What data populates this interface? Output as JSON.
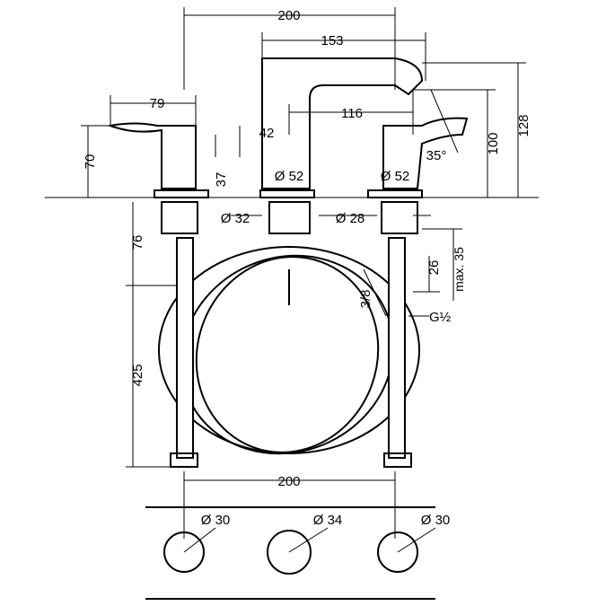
{
  "drawing": {
    "top_width": "200",
    "spout_reach": "153",
    "handle_length": "79",
    "spout_offset": "116",
    "spout_base_to_aerator": "42",
    "handle_height": "70",
    "drain_rod_height": "37",
    "spout_base_diameter": "Ø 52",
    "handle_base_diameter": "Ø 52",
    "spray_angle": "35°",
    "aerator_height": "100",
    "total_height": "128",
    "spout_hole_diameter": "Ø 32",
    "valve_hole_diameter": "Ø 28",
    "shank_length": "76",
    "connector_length": "26",
    "max_deck_thickness": "max. 35",
    "connector_thread": "3/8",
    "valve_thread": "G½",
    "hose_length": "425",
    "bottom_width": "200",
    "cutout_left": "Ø 30",
    "cutout_center": "Ø 34",
    "cutout_right": "Ø 30"
  }
}
